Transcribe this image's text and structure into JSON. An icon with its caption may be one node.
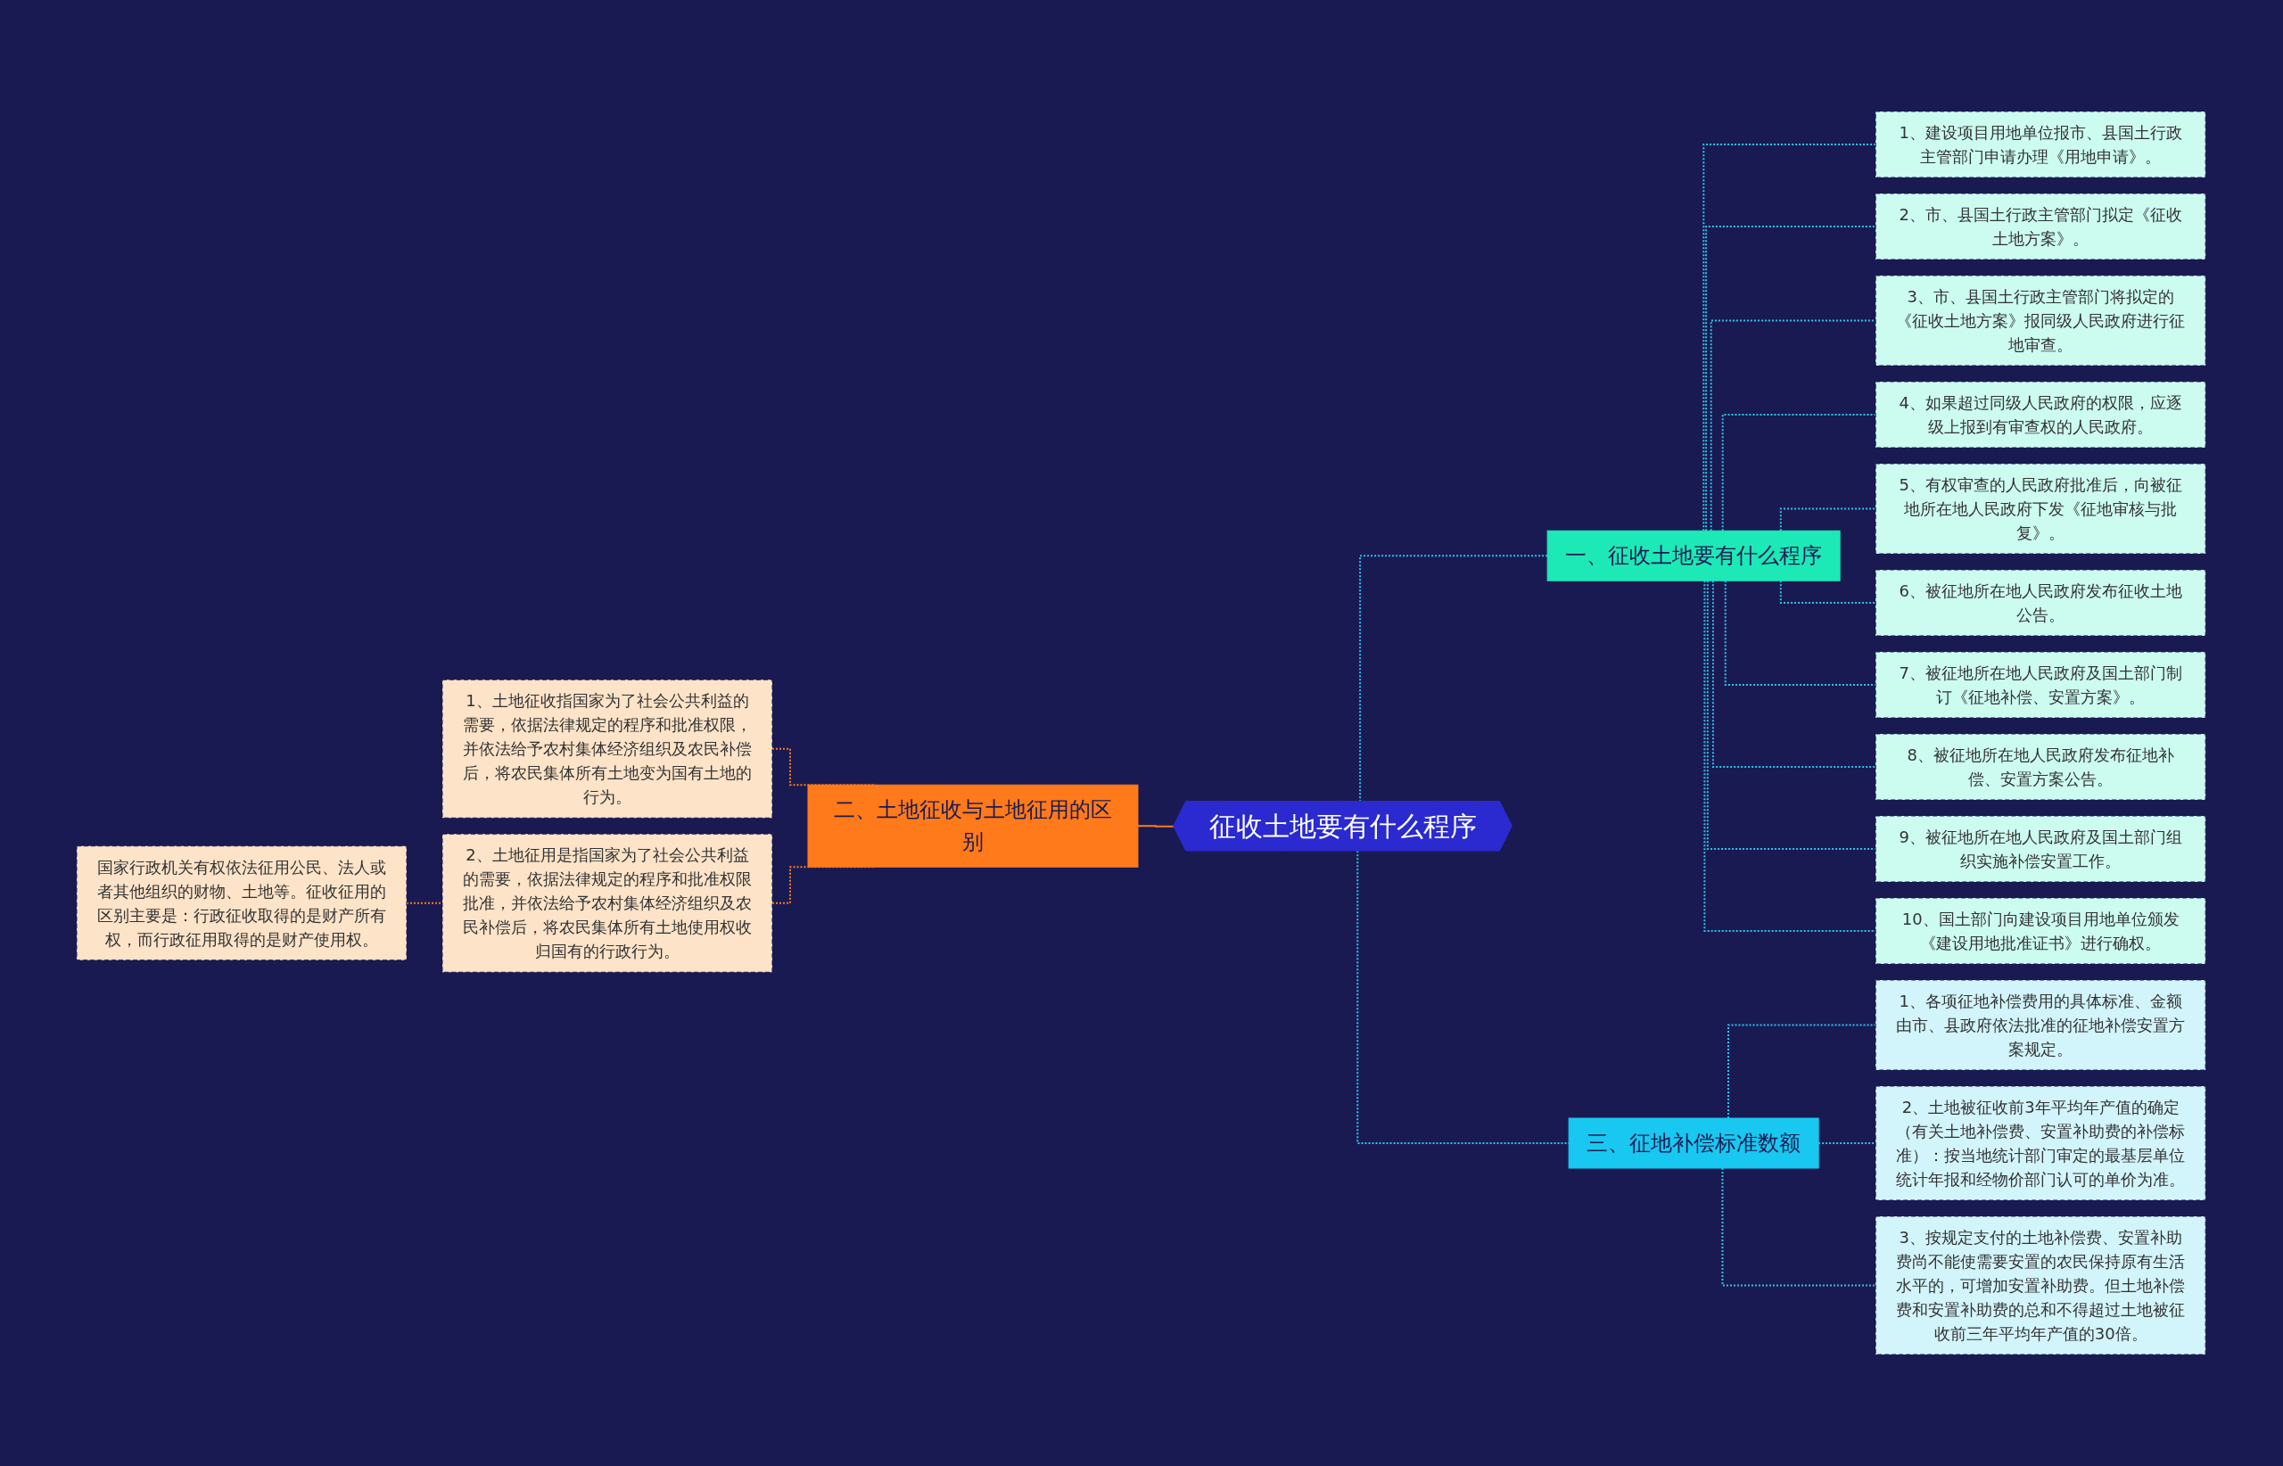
{
  "diagram": {
    "nodes": [
      {
        "text": [
          "征收土地要有什么程序"
        ]
      },
      {
        "text": [
          "一、征收土地要有什么程序"
        ]
      },
      {
        "text": [
          "1、建设项目用地单位报市、县国土行政主管部门申请办理《用地申请》。"
        ]
      },
      {
        "text": [
          "2、市、县国土行政主管部门拟定《征收土地方案》。"
        ]
      },
      {
        "text": [
          "3、市、县国土行政主管部门将拟定的《征收土地方案》报同级人民政府进行征地审查。"
        ]
      },
      {
        "text": [
          "4、如果超过同级人民政府的权限，应逐级上报到有审查权的人民政府。"
        ]
      },
      {
        "text": [
          "5、有权审查的人民政府批准后，向被征地所在地人民政府下发《征地审核与批复》。"
        ]
      },
      {
        "text": [
          "6、被征地所在地人民政府发布征收土地公告。"
        ]
      },
      {
        "text": [
          "7、被征地所在地人民政府及国土部门制订《征地补偿、安置方案》。"
        ]
      },
      {
        "text": [
          "8、被征地所在地人民政府发布征地补偿、安置方案公告。"
        ]
      },
      {
        "text": [
          "9、被征地所在地人民政府及国土部门组织实施补偿安置工作。"
        ]
      },
      {
        "text": [
          "10、国土部门向建设项目用地单位颁发《建设用地批准证书》进行确权。"
        ]
      },
      {
        "text": [
          "三、征地补偿标准数额"
        ]
      },
      {
        "text": [
          "1、各项征地补偿费用的具体标准、金额由市、县政府依法批准的征地补偿安置方案规定。"
        ]
      },
      {
        "text": [
          "2、土地被征收前3年平均年产值的确定（有关土地补偿费、安置补助费的补偿标准）：按当地统计部门审定的最基层单位统计年报和经物价部门认可的单价为准。"
        ]
      },
      {
        "text": [
          "3、按规定支付的土地补偿费、安置补助费尚不能使需要安置的农民保持原有生活水平的，可增加安置补助费。但土地补偿费和安置补助费的总和不得超过土地被征收前三年平均年产值的30倍。"
        ]
      },
      {
        "text": [
          "二、土地征收与土地征用的区别"
        ]
      },
      {
        "text": [
          "1、土地征收指国家为了社会公共利益的需要，依据法律规定的程序和批准权限，并依法给予农村集体经济组织及农民补偿后，将农民集体所有土地变为国有土地的行为。"
        ]
      },
      {
        "text": [
          "2、土地征用是指国家为了社会公共利益的需要，依据法律规定的程序和批准权限批准，并依法给予农村集体经济组织及农民补偿后，将农民集体所有土地使用权收归国有的行政行为。"
        ]
      },
      {
        "text": [
          "国家行政机关有权依法征用公民、法人或者其他组织的财物、土地等。征收征用的区别主要是：行政征收取得的是财产所有权，而行政征用取得的是财产使用权。"
        ]
      }
    ],
    "edges": [
      {
        "from": 0,
        "to": 1,
        "arrow": "none",
        "style": "dashed"
      },
      {
        "from": 1,
        "to": 2,
        "arrow": "none",
        "style": "dashed"
      },
      {
        "from": 1,
        "to": 3,
        "arrow": "none",
        "style": "dashed"
      },
      {
        "from": 1,
        "to": 4,
        "arrow": "none",
        "style": "dashed"
      },
      {
        "from": 1,
        "to": 5,
        "arrow": "none",
        "style": "dashed"
      },
      {
        "from": 1,
        "to": 6,
        "arrow": "none",
        "style": "dashed"
      },
      {
        "from": 1,
        "to": 7,
        "arrow": "none",
        "style": "dashed"
      },
      {
        "from": 1,
        "to": 8,
        "arrow": "none",
        "style": "dashed"
      },
      {
        "from": 1,
        "to": 9,
        "arrow": "none",
        "style": "dashed"
      },
      {
        "from": 1,
        "to": 10,
        "arrow": "none",
        "style": "dashed"
      },
      {
        "from": 1,
        "to": 11,
        "arrow": "none",
        "style": "dashed"
      },
      {
        "from": 0,
        "to": 12,
        "arrow": "none",
        "style": "dashed"
      },
      {
        "from": 12,
        "to": 13,
        "arrow": "none",
        "style": "dashed"
      },
      {
        "from": 12,
        "to": 14,
        "arrow": "none",
        "style": "dashed"
      },
      {
        "from": 12,
        "to": 15,
        "arrow": "none",
        "style": "dashed"
      },
      {
        "from": 0,
        "to": 16,
        "arrow": "none",
        "color": "#ff7a1a"
      },
      {
        "from": 16,
        "to": 17,
        "arrow": "none",
        "style": "dashed",
        "color": "#ff7a1a"
      },
      {
        "from": 16,
        "to": 18,
        "arrow": "none",
        "style": "dashed",
        "color": "#ff7a1a"
      },
      {
        "from": 18,
        "to": 19,
        "arrow": "none",
        "style": "dashed",
        "color": "#ff7a1a"
      }
    ]
  }
}
